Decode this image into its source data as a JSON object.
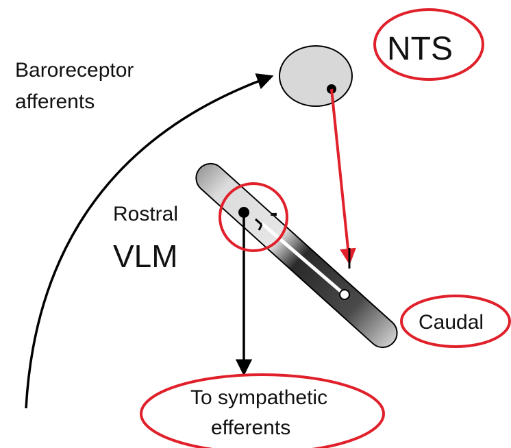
{
  "labels": {
    "nts": "NTS",
    "baroreceptor_line1": "Baroreceptor",
    "baroreceptor_line2": "afferents",
    "rostral": "Rostral",
    "vlm": "VLM",
    "minus": "-",
    "caudal": "Caudal",
    "efferent_line1": "To sympathetic",
    "efferent_line2": "efferents"
  },
  "colors": {
    "highlight_circle": "#e0202a",
    "projection_arrow": "#e0202a",
    "pathway": "#000000",
    "nts_fill": "#d8d8d8",
    "vlm_rostral_fill": "#d0d0d0",
    "vlm_caudal_fill": "#3a3a3a"
  }
}
